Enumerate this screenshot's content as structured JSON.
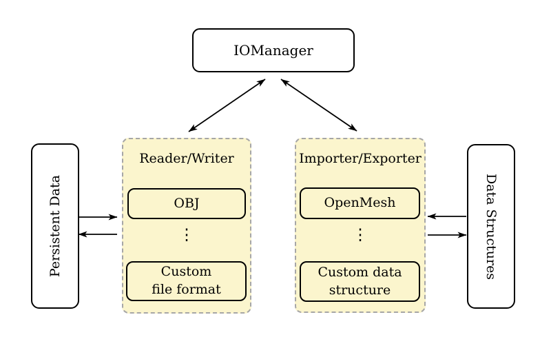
{
  "diagram": {
    "colors": {
      "background": "#ffffff",
      "group_fill": "#fbf5cd",
      "group_border": "#a6a6a6",
      "node_border": "#000000",
      "arrow": "#000000"
    },
    "nodes": {
      "iomanager": "IOManager",
      "persistent_data": "Persistent Data",
      "data_structures": "Data Structures"
    },
    "groups": {
      "reader_writer": {
        "title": "Reader/Writer",
        "top_item": "OBJ",
        "dots": "⋮",
        "bottom_item": "Custom\nfile format"
      },
      "importer_exporter": {
        "title": "Importer/Exporter",
        "top_item": "OpenMesh",
        "dots": "⋮",
        "bottom_item": "Custom data\nstructure"
      }
    }
  }
}
